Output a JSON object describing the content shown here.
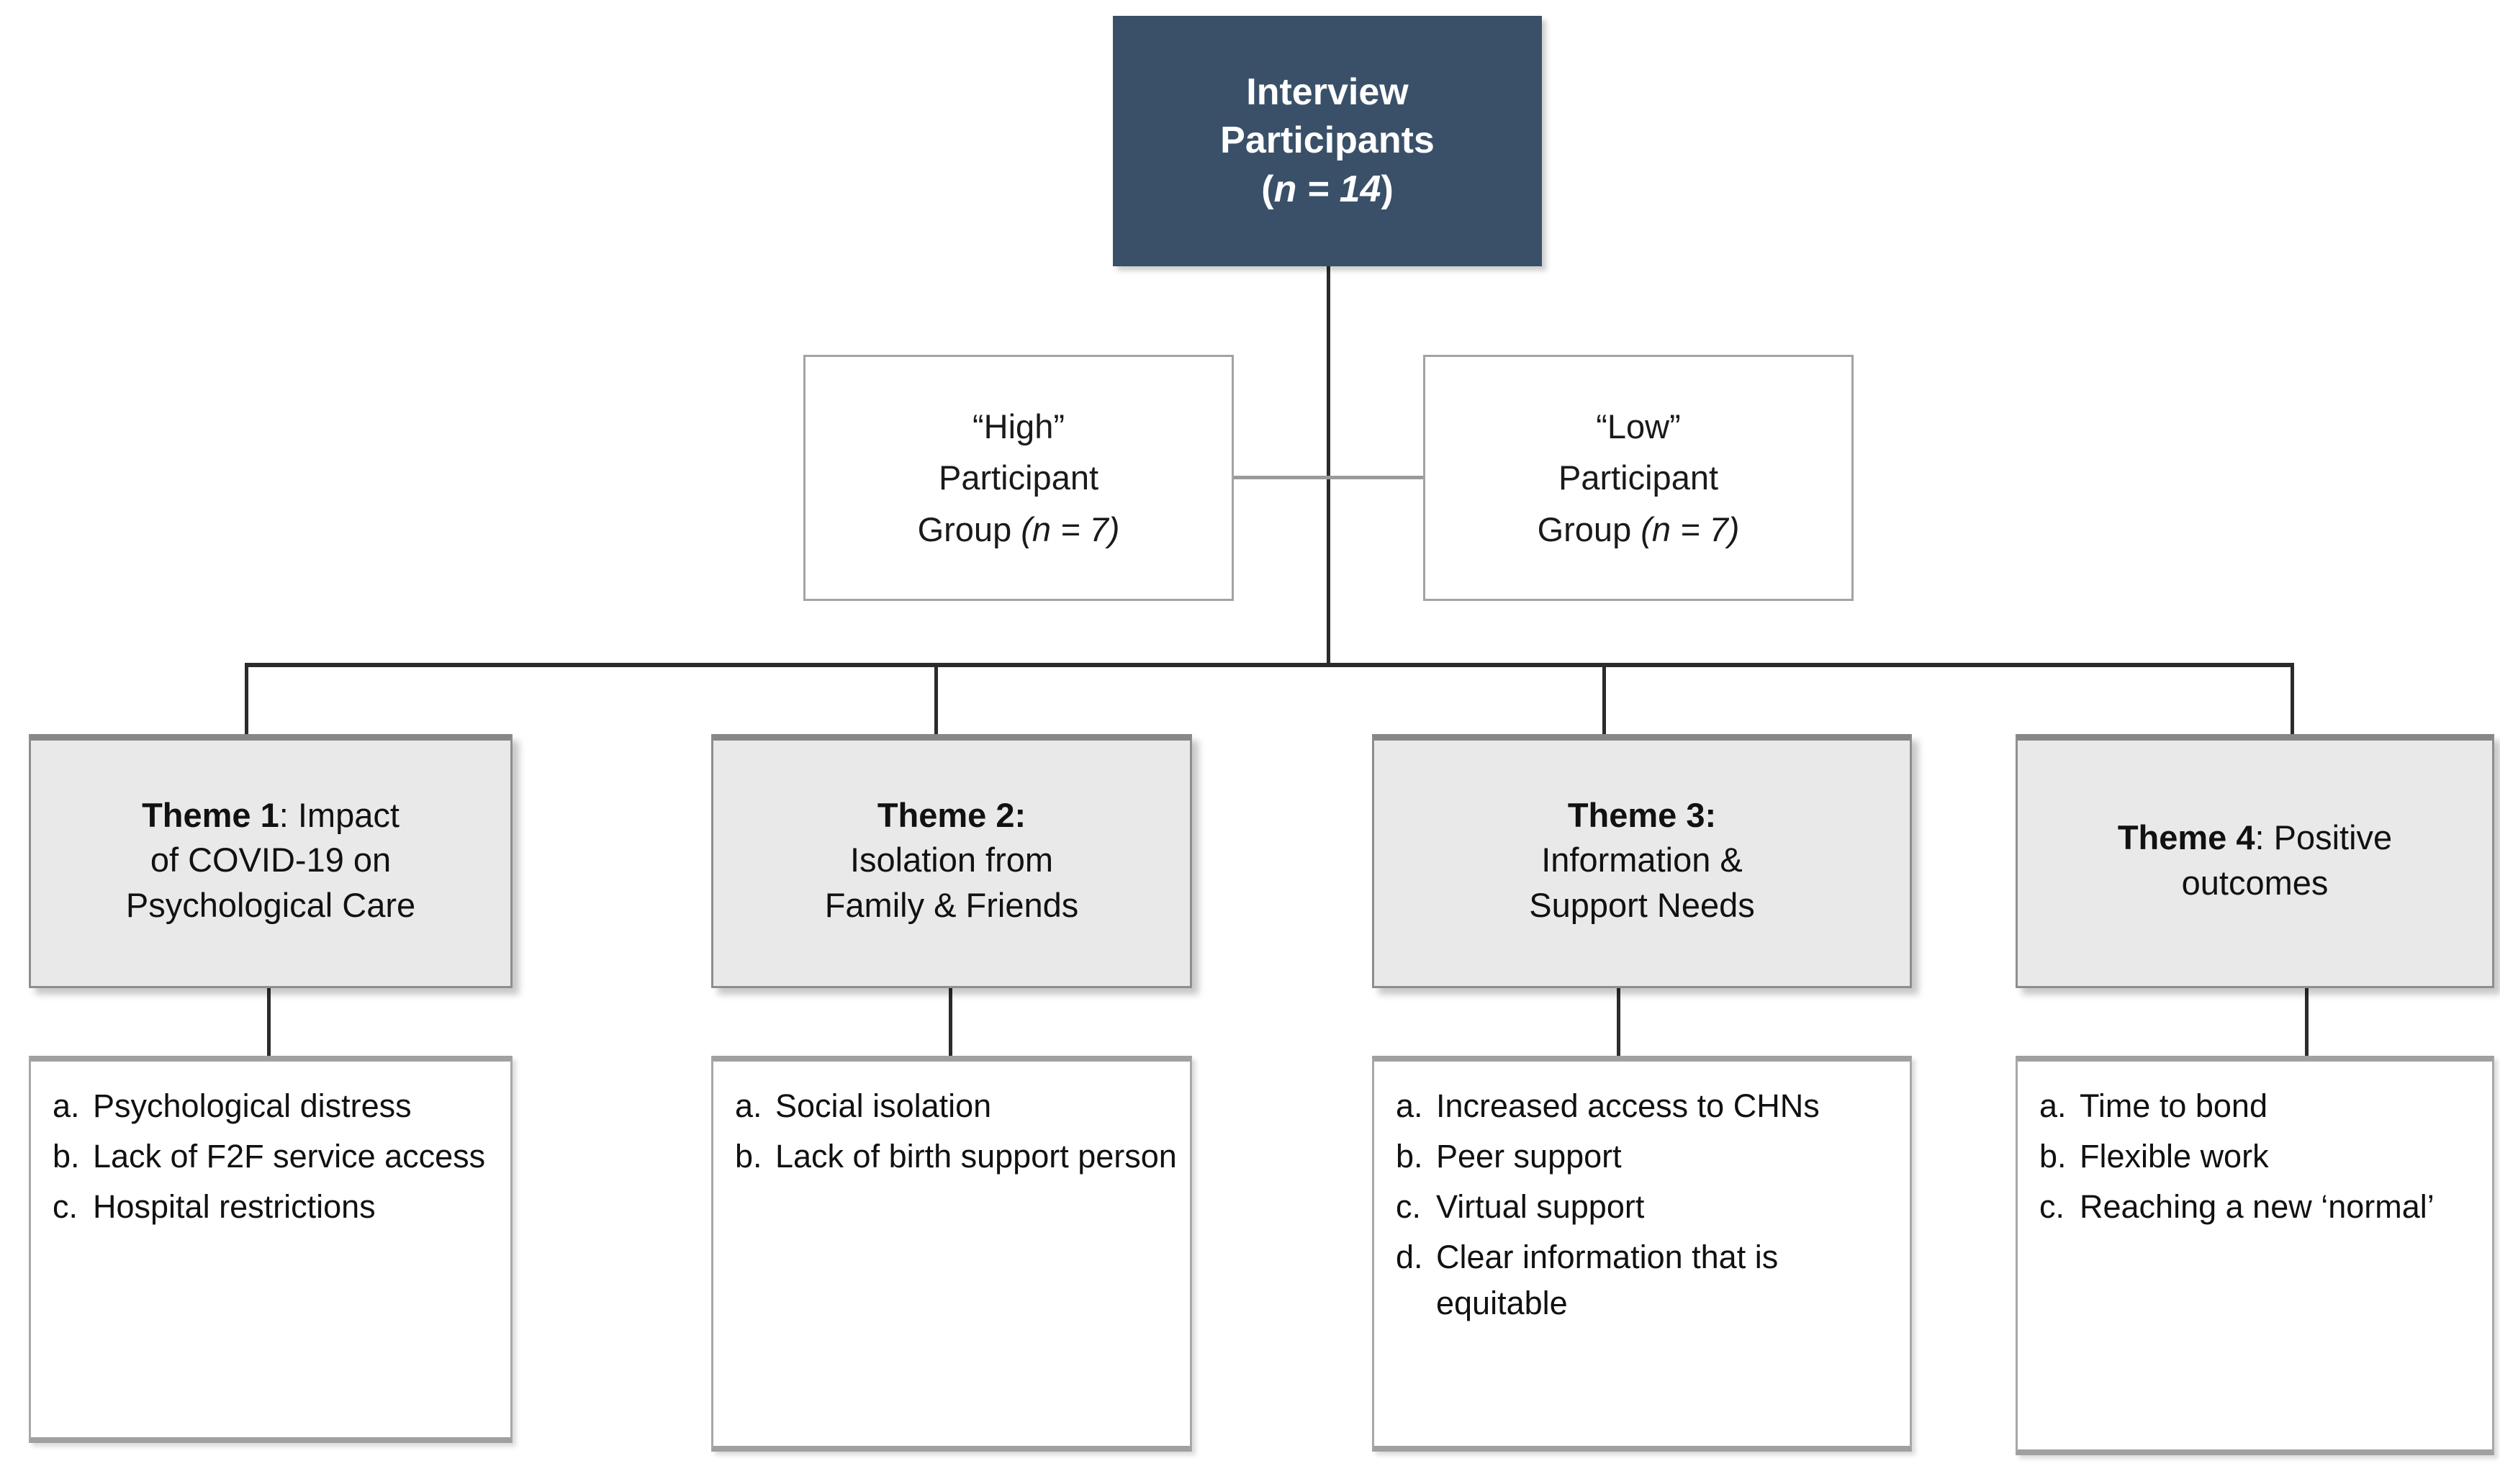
{
  "figure": {
    "title": "Interview Participants Thematic Flowchart",
    "colors": {
      "root_fill": "#3a5069",
      "root_text": "#ffffff",
      "theme_fill": "#e9e9e9",
      "detail_fill": "#ffffff",
      "border": "#a3a3a3",
      "connector": "#2b2b2b",
      "page_background": "#ffffff"
    }
  },
  "root": {
    "line1": "Interview",
    "line2": "Participants",
    "line3_prefix": "(",
    "line3_italic": "n = 14",
    "line3_suffix": ")",
    "n": 14
  },
  "groups": [
    {
      "line1": "“High”",
      "line2": "Participant",
      "line3_prefix": "Group ",
      "line3_italic": "(n = 7)",
      "n": 7
    },
    {
      "line1": "“Low”",
      "line2": "Participant",
      "line3_prefix": "Group ",
      "line3_italic": "(n = 7)",
      "n": 7
    }
  ],
  "themes": [
    {
      "bold": "Theme 1",
      "rest": ": Impact",
      "line2": "of COVID-19  on",
      "line3": "Psychological Care",
      "details": [
        {
          "marker": "a.",
          "text": "Psychological distress"
        },
        {
          "marker": "b.",
          "text": "Lack of F2F service access"
        },
        {
          "marker": "c.",
          "text": "Hospital restrictions"
        }
      ]
    },
    {
      "bold": "Theme 2:",
      "rest": "",
      "line2": "Isolation from",
      "line3": "Family & Friends",
      "details": [
        {
          "marker": "a.",
          "text": "Social isolation"
        },
        {
          "marker": "b.",
          "text": "Lack of birth support person"
        }
      ]
    },
    {
      "bold": "Theme 3:",
      "rest": "",
      "line2": "Information &",
      "line3": "Support Needs",
      "details": [
        {
          "marker": "a.",
          "text": "Increased access to CHNs"
        },
        {
          "marker": "b.",
          "text": "Peer support"
        },
        {
          "marker": "c.",
          "text": "Virtual support"
        },
        {
          "marker": "d.",
          "text": "Clear information that is equitable"
        }
      ]
    },
    {
      "bold": "Theme 4",
      "rest": ": Positive",
      "line2": "outcomes",
      "line3": "",
      "details": [
        {
          "marker": "a.",
          "text": "Time to bond"
        },
        {
          "marker": "b.",
          "text": "Flexible work"
        },
        {
          "marker": "c.",
          "text": "Reaching a new ‘normal’"
        }
      ]
    }
  ]
}
